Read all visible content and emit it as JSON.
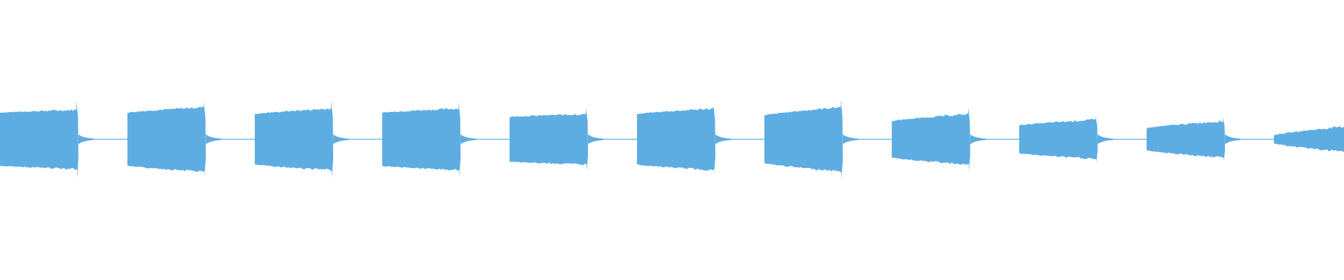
{
  "waveform": {
    "color": "#5dade2",
    "baseline_color": "#5dade2",
    "segments": [
      {
        "start_level": 0.19,
        "end_level": 0.21,
        "tail_spike": 0.28
      },
      {
        "start_level": 0.19,
        "end_level": 0.23,
        "tail_spike": 0.27
      },
      {
        "start_level": 0.18,
        "end_level": 0.22,
        "tail_spike": 0.28
      },
      {
        "start_level": 0.19,
        "end_level": 0.22,
        "tail_spike": 0.27
      },
      {
        "start_level": 0.16,
        "end_level": 0.18,
        "tail_spike": 0.23
      },
      {
        "start_level": 0.18,
        "end_level": 0.22,
        "tail_spike": 0.25
      },
      {
        "start_level": 0.17,
        "end_level": 0.23,
        "tail_spike": 0.29
      },
      {
        "start_level": 0.13,
        "end_level": 0.18,
        "tail_spike": 0.23
      },
      {
        "start_level": 0.1,
        "end_level": 0.14,
        "tail_spike": 0.17
      },
      {
        "start_level": 0.08,
        "end_level": 0.13,
        "tail_spike": 0.16
      },
      {
        "start_level": 0.03,
        "end_level": 0.09,
        "tail_spike": 0
      }
    ]
  }
}
